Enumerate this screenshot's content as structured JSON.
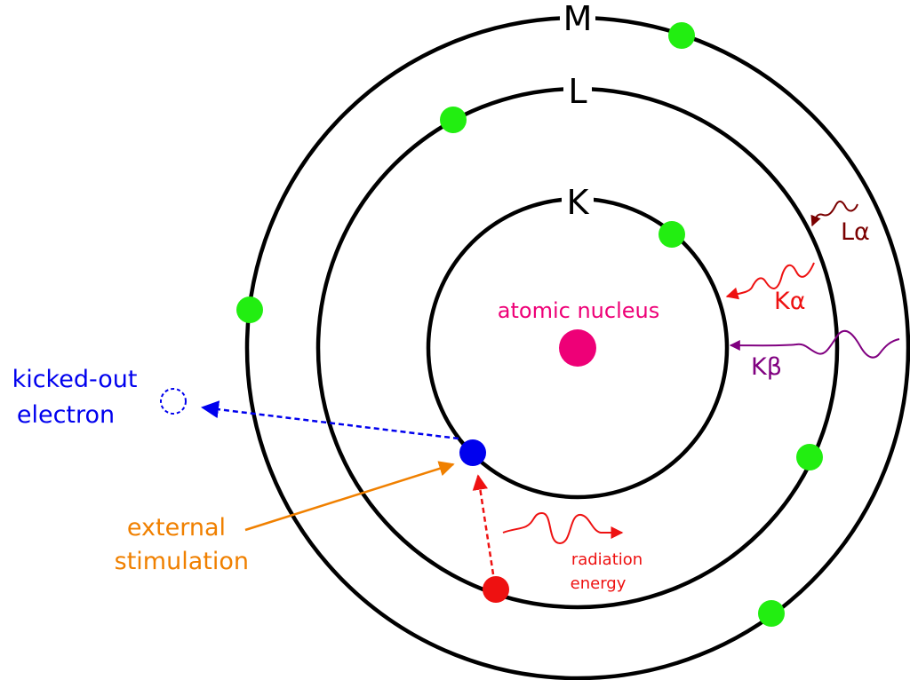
{
  "shells": {
    "k_label": "K",
    "l_label": "L",
    "m_label": "M"
  },
  "nucleus": {
    "label": "atomic nucleus"
  },
  "emissions": {
    "l_alpha": "Lα",
    "k_alpha": "Kα",
    "k_beta": "Kβ"
  },
  "kicked_out": {
    "line1": "kicked-out",
    "line2": "electron"
  },
  "external": {
    "line1": "external",
    "line2": "stimulation"
  },
  "radiation": {
    "line1": "radiation",
    "line2": "energy"
  },
  "colors": {
    "orbit": "#000000",
    "electron": "#22ee11",
    "nucleus": "#ee0077",
    "vacancy_electron": "#0000ee",
    "incoming_electron": "#ee1111",
    "l_alpha": "#7a0000",
    "k_alpha": "#ee1111",
    "k_beta": "#800080",
    "external": "#f08000",
    "radiation": "#ee1111"
  }
}
